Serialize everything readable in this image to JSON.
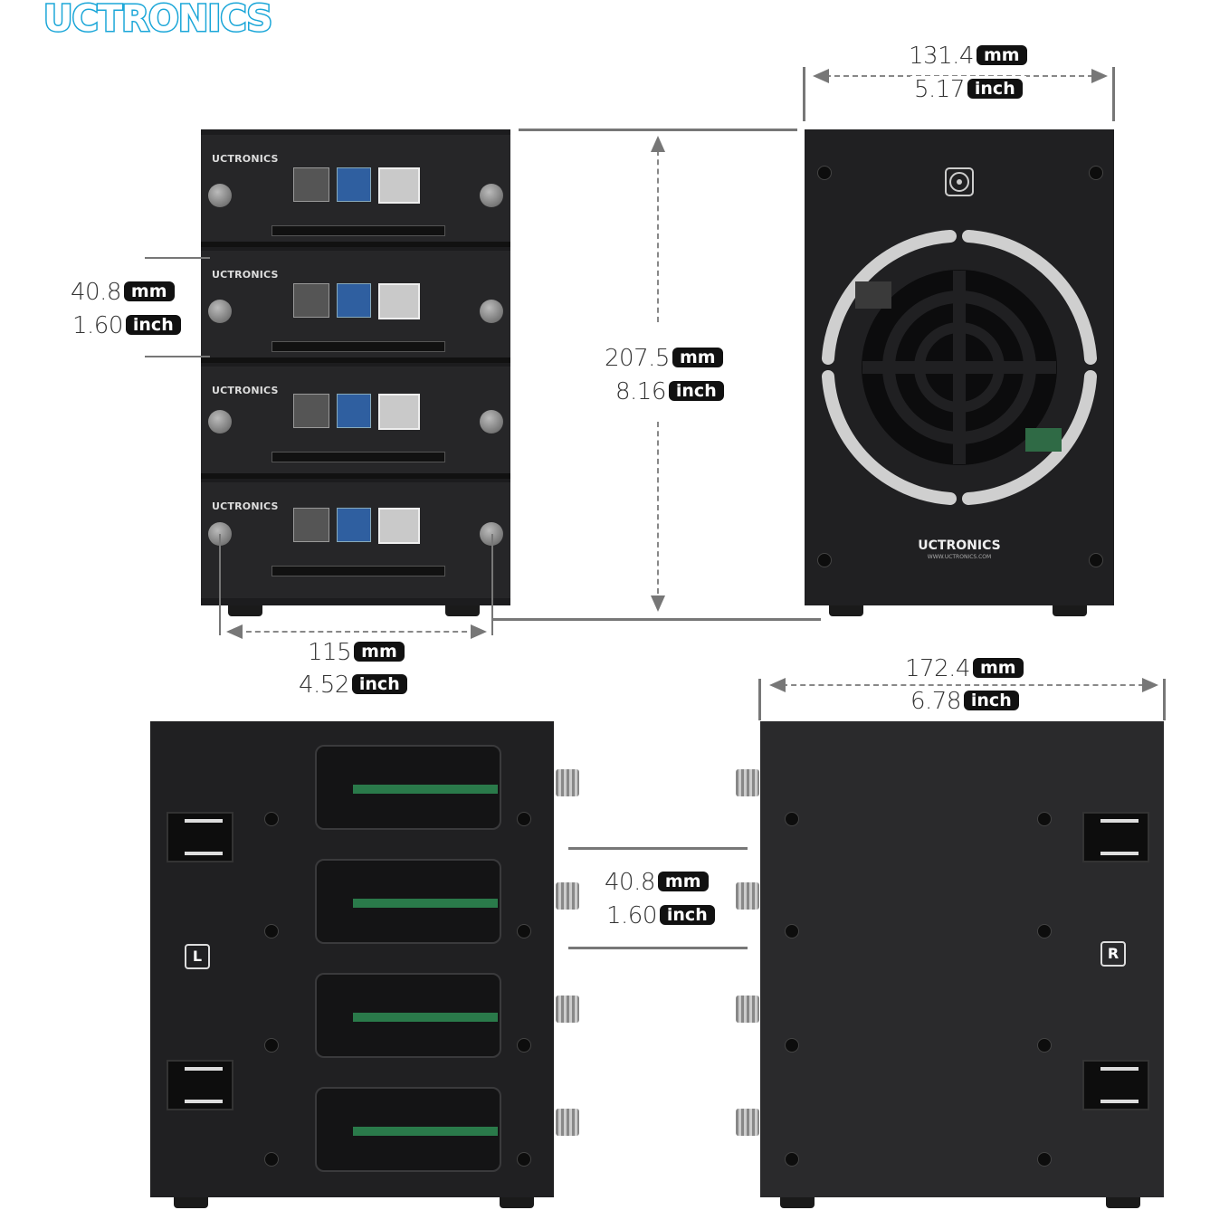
{
  "brand": {
    "logo": "UCTRONICS",
    "module_label": "UCTRONICS",
    "fan_logo": "UCTRONICS",
    "fan_url": "WWW.UCTRONICS.COM"
  },
  "units": {
    "mm": "mm",
    "inch": "inch"
  },
  "dimensions": {
    "front_width": {
      "mm": "115",
      "inch": "4.52"
    },
    "height": {
      "mm": "207.5",
      "inch": "8.16"
    },
    "module_pitch_left": {
      "mm": "40.8",
      "inch": "1.60"
    },
    "fan_side_width": {
      "mm": "131.4",
      "inch": "5.17"
    },
    "depth": {
      "mm": "172.4",
      "inch": "6.78"
    },
    "module_pitch_center": {
      "mm": "40.8",
      "inch": "1.60"
    }
  },
  "side_labels": {
    "left": "L",
    "right": "R"
  },
  "colors": {
    "brand_blue": "#1aa6d8",
    "enclosure": "#202022",
    "pill": "#111111"
  }
}
